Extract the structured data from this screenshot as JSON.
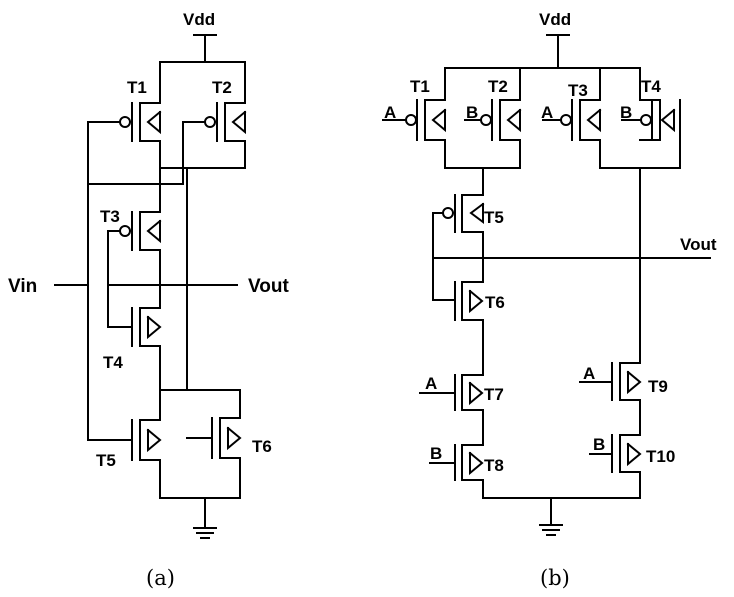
{
  "circuit_a": {
    "vdd": "Vdd",
    "vin": "Vin",
    "vout": "Vout",
    "transistors": [
      "T1",
      "T2",
      "T3",
      "T4",
      "T5",
      "T6"
    ],
    "caption": "(a)"
  },
  "circuit_b": {
    "vdd": "Vdd",
    "vout": "Vout",
    "transistors": [
      "T1",
      "T2",
      "T3",
      "T4",
      "T5",
      "T6",
      "T7",
      "T8",
      "T9",
      "T10"
    ],
    "inputs": [
      "A",
      "B",
      "A",
      "B",
      "A",
      "B",
      "A",
      "B"
    ],
    "caption": "(b)"
  }
}
